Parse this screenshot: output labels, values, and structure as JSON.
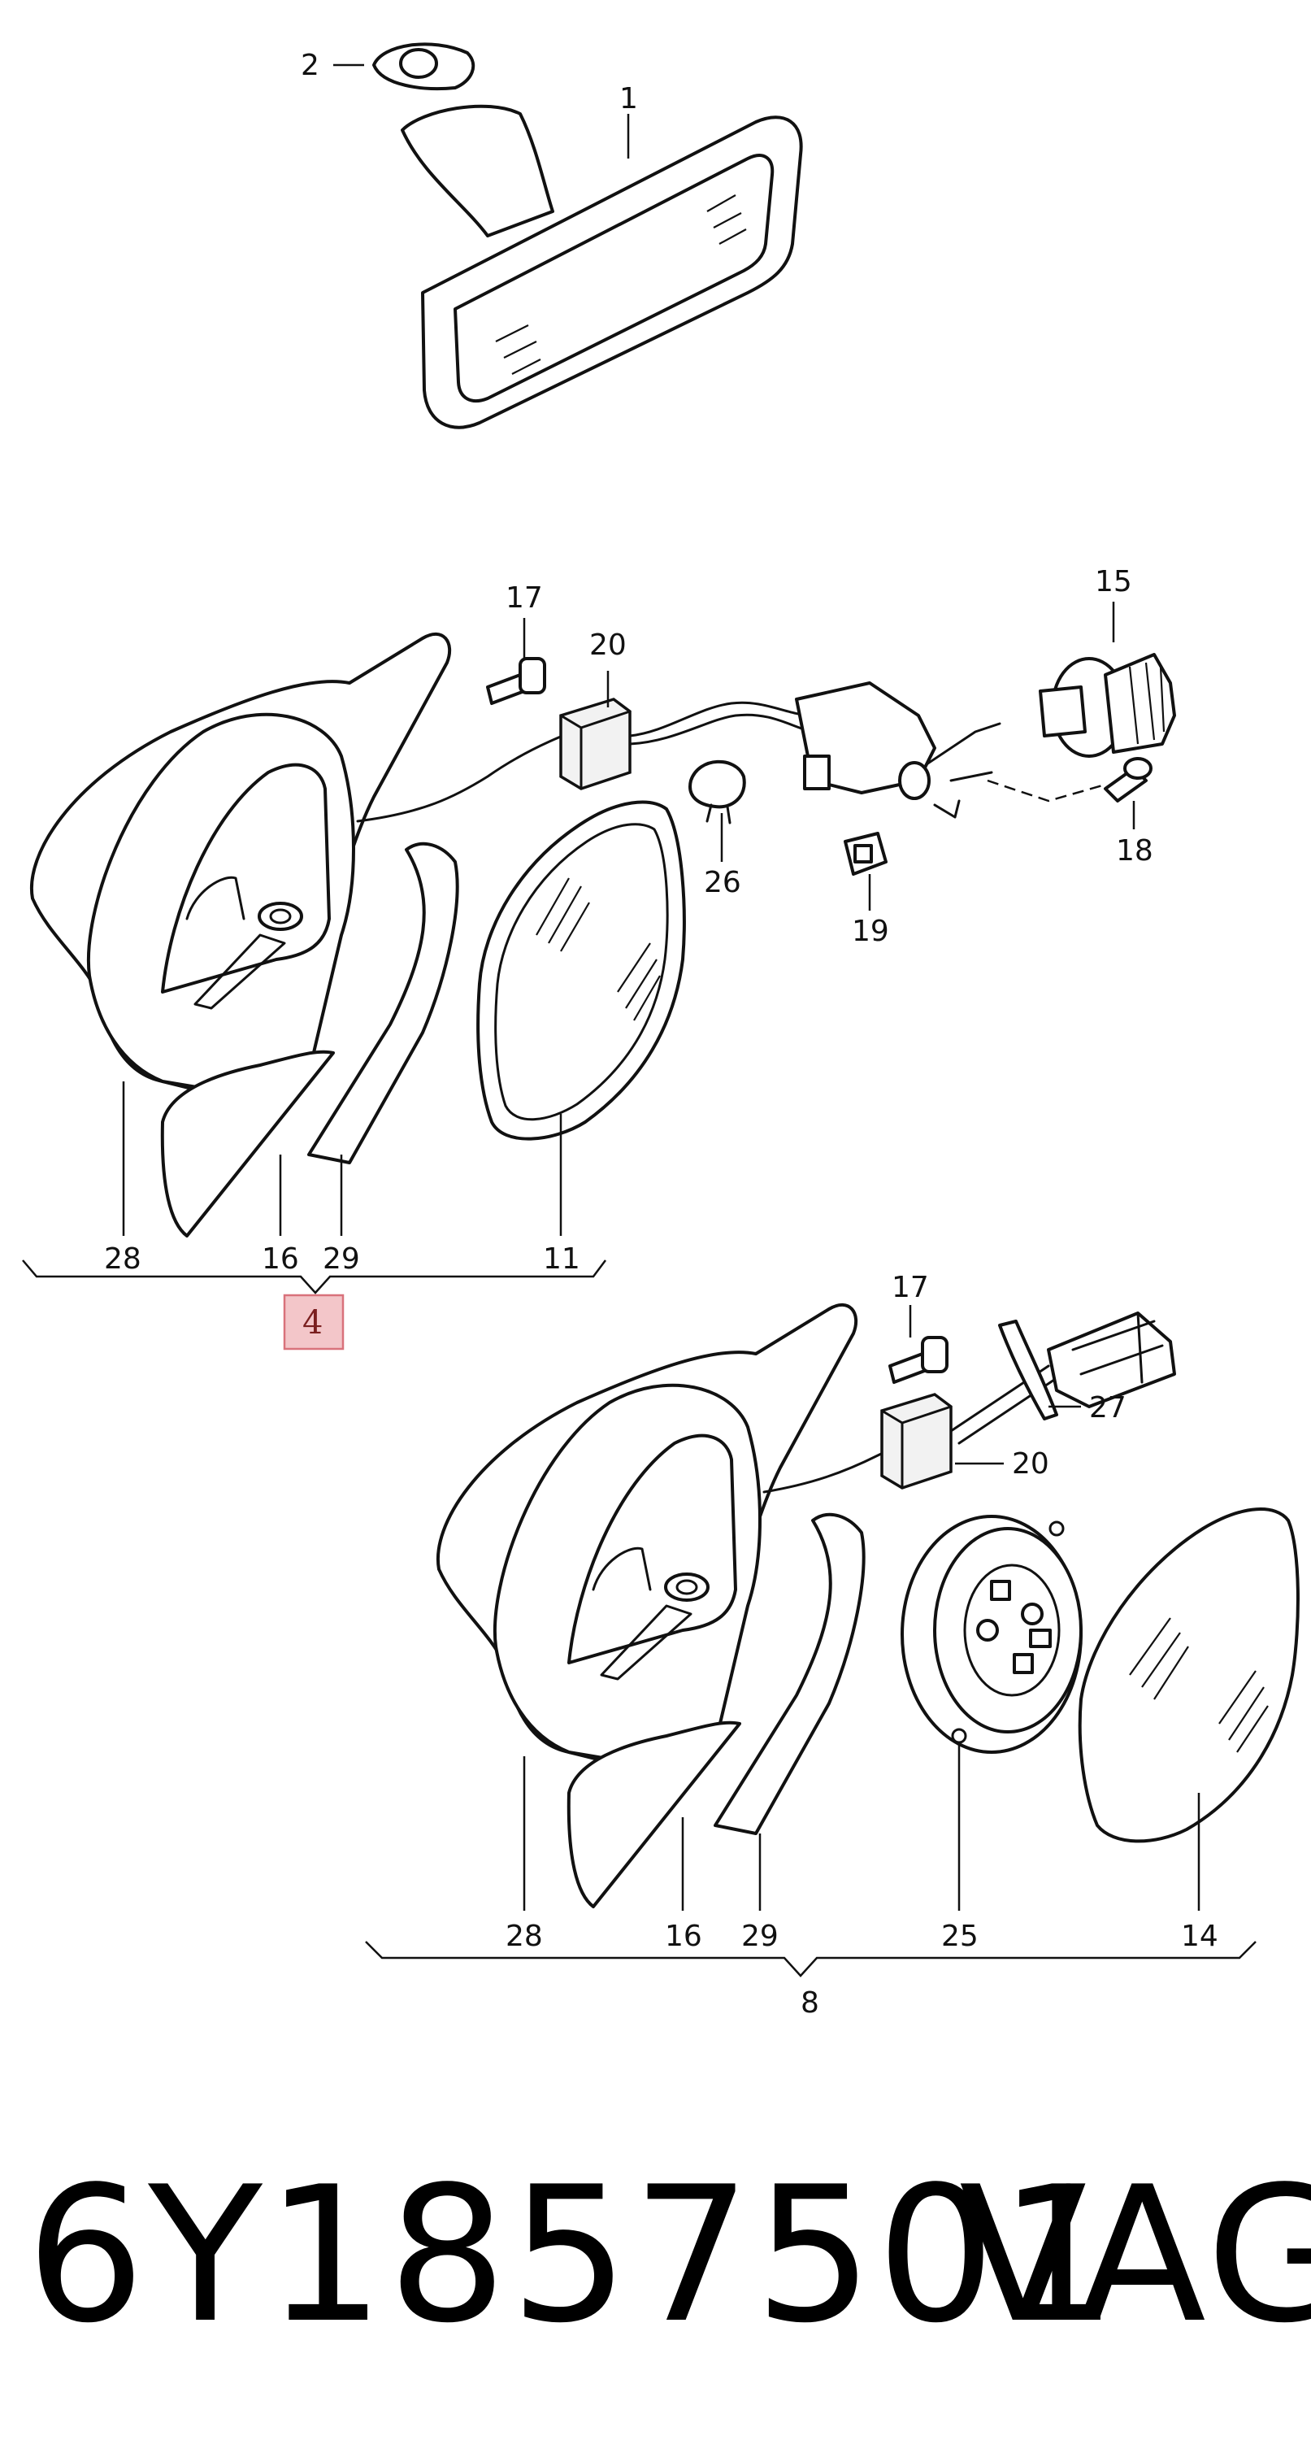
{
  "diagram": {
    "callouts": {
      "c1": "1",
      "c2": "2",
      "c17a": "17",
      "c20a": "20",
      "c15": "15",
      "c18": "18",
      "c26": "26",
      "c19": "19",
      "c28a": "28",
      "c16a": "16",
      "c29a": "29",
      "c11": "11",
      "c4": "4",
      "c17b": "17",
      "c27": "27",
      "c20b": "20",
      "c28b": "28",
      "c16b": "16",
      "c29b": "29",
      "c25": "25",
      "c14": "14",
      "c8": "8"
    },
    "highlight_color": "#f3c6c9"
  },
  "footer": {
    "part_number": "6Y1857501",
    "brand": "VAG"
  }
}
